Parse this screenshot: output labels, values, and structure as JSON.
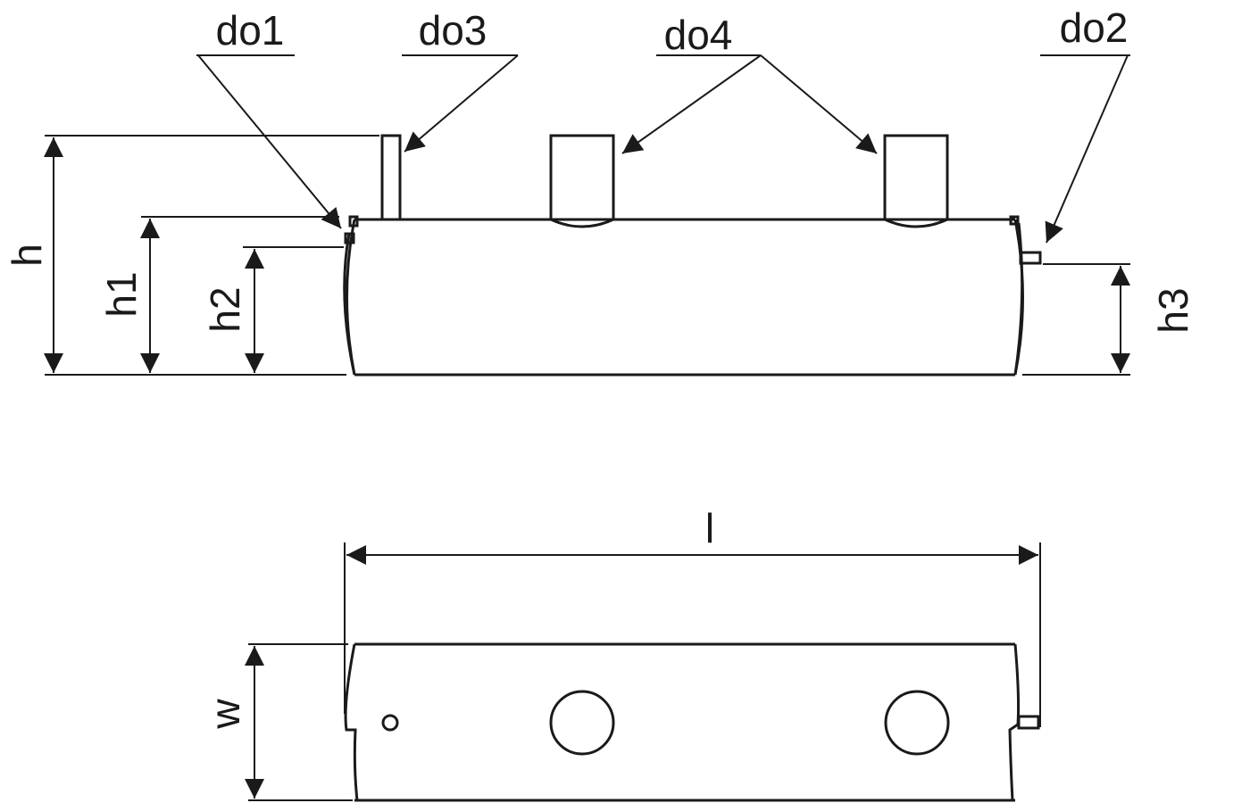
{
  "labels": {
    "do1": "do1",
    "do2": "do2",
    "do3": "do3",
    "do4": "do4",
    "h": "h",
    "h1": "h1",
    "h2": "h2",
    "h3": "h3",
    "l": "l",
    "w": "w"
  },
  "colors": {
    "line": "#1a1a1a",
    "background": "#ffffff"
  }
}
